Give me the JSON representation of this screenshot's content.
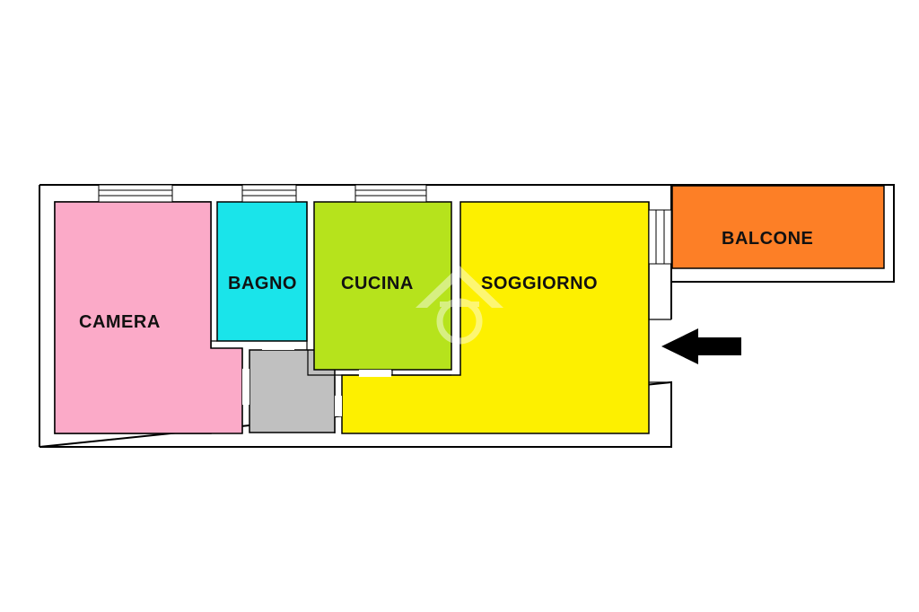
{
  "floorplan": {
    "rooms": {
      "camera": {
        "label": "CAMERA",
        "color": "#fbaac8"
      },
      "bagno": {
        "label": "BAGNO",
        "color": "#1ae4ea"
      },
      "cucina": {
        "label": "CUCINA",
        "color": "#b6e31c"
      },
      "soggiorno": {
        "label": "SOGGIORNO",
        "color": "#fdf000"
      },
      "balcone": {
        "label": "BALCONE",
        "color": "#fd7f26"
      },
      "disimpegno": {
        "label": "",
        "color": "#c0c0c0"
      }
    },
    "wall_color": "#000000",
    "entrance_arrow": {
      "icon": "left-arrow-icon",
      "color": "#000000"
    },
    "watermark": {
      "icon": "house-logo-icon",
      "color": "#ffffff"
    }
  }
}
